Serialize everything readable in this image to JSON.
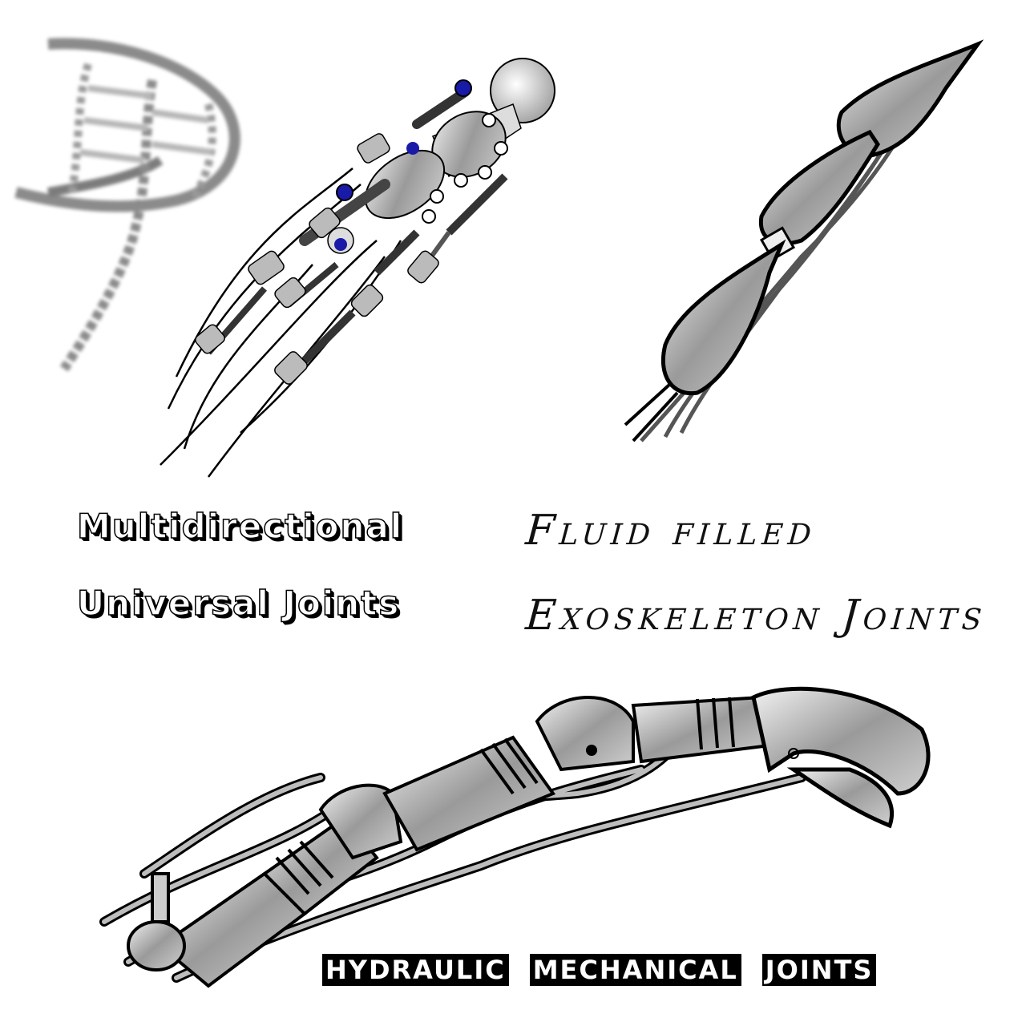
{
  "illustrations": [
    {
      "id": "dna-helix",
      "description": "Sketched double helix strand"
    },
    {
      "id": "universal-joint-arm",
      "description": "Skeletal limb with ball joints, cylinders and cables (blue accents)"
    },
    {
      "id": "fluid-exoskeleton-limb",
      "description": "Three teardrop-shaped fluid-filled segments with tendons"
    },
    {
      "id": "hydraulic-arm",
      "description": "Mechanical arm with coils, hoses and claw"
    }
  ],
  "labels": {
    "universal": {
      "line1": "Multidirectional",
      "line2": "Universal Joints"
    },
    "fluid": {
      "line1": "Fluid filled",
      "line2": "Exoskeleton Joints"
    },
    "hydraulic": {
      "words": [
        "HYDRAULIC",
        "MECHANICAL",
        "JOINTS"
      ]
    }
  },
  "colors": {
    "background": "#ffffff",
    "ink": "#000000",
    "accent_blue": "#1a1aa8",
    "shade": "#8a8a8a"
  }
}
